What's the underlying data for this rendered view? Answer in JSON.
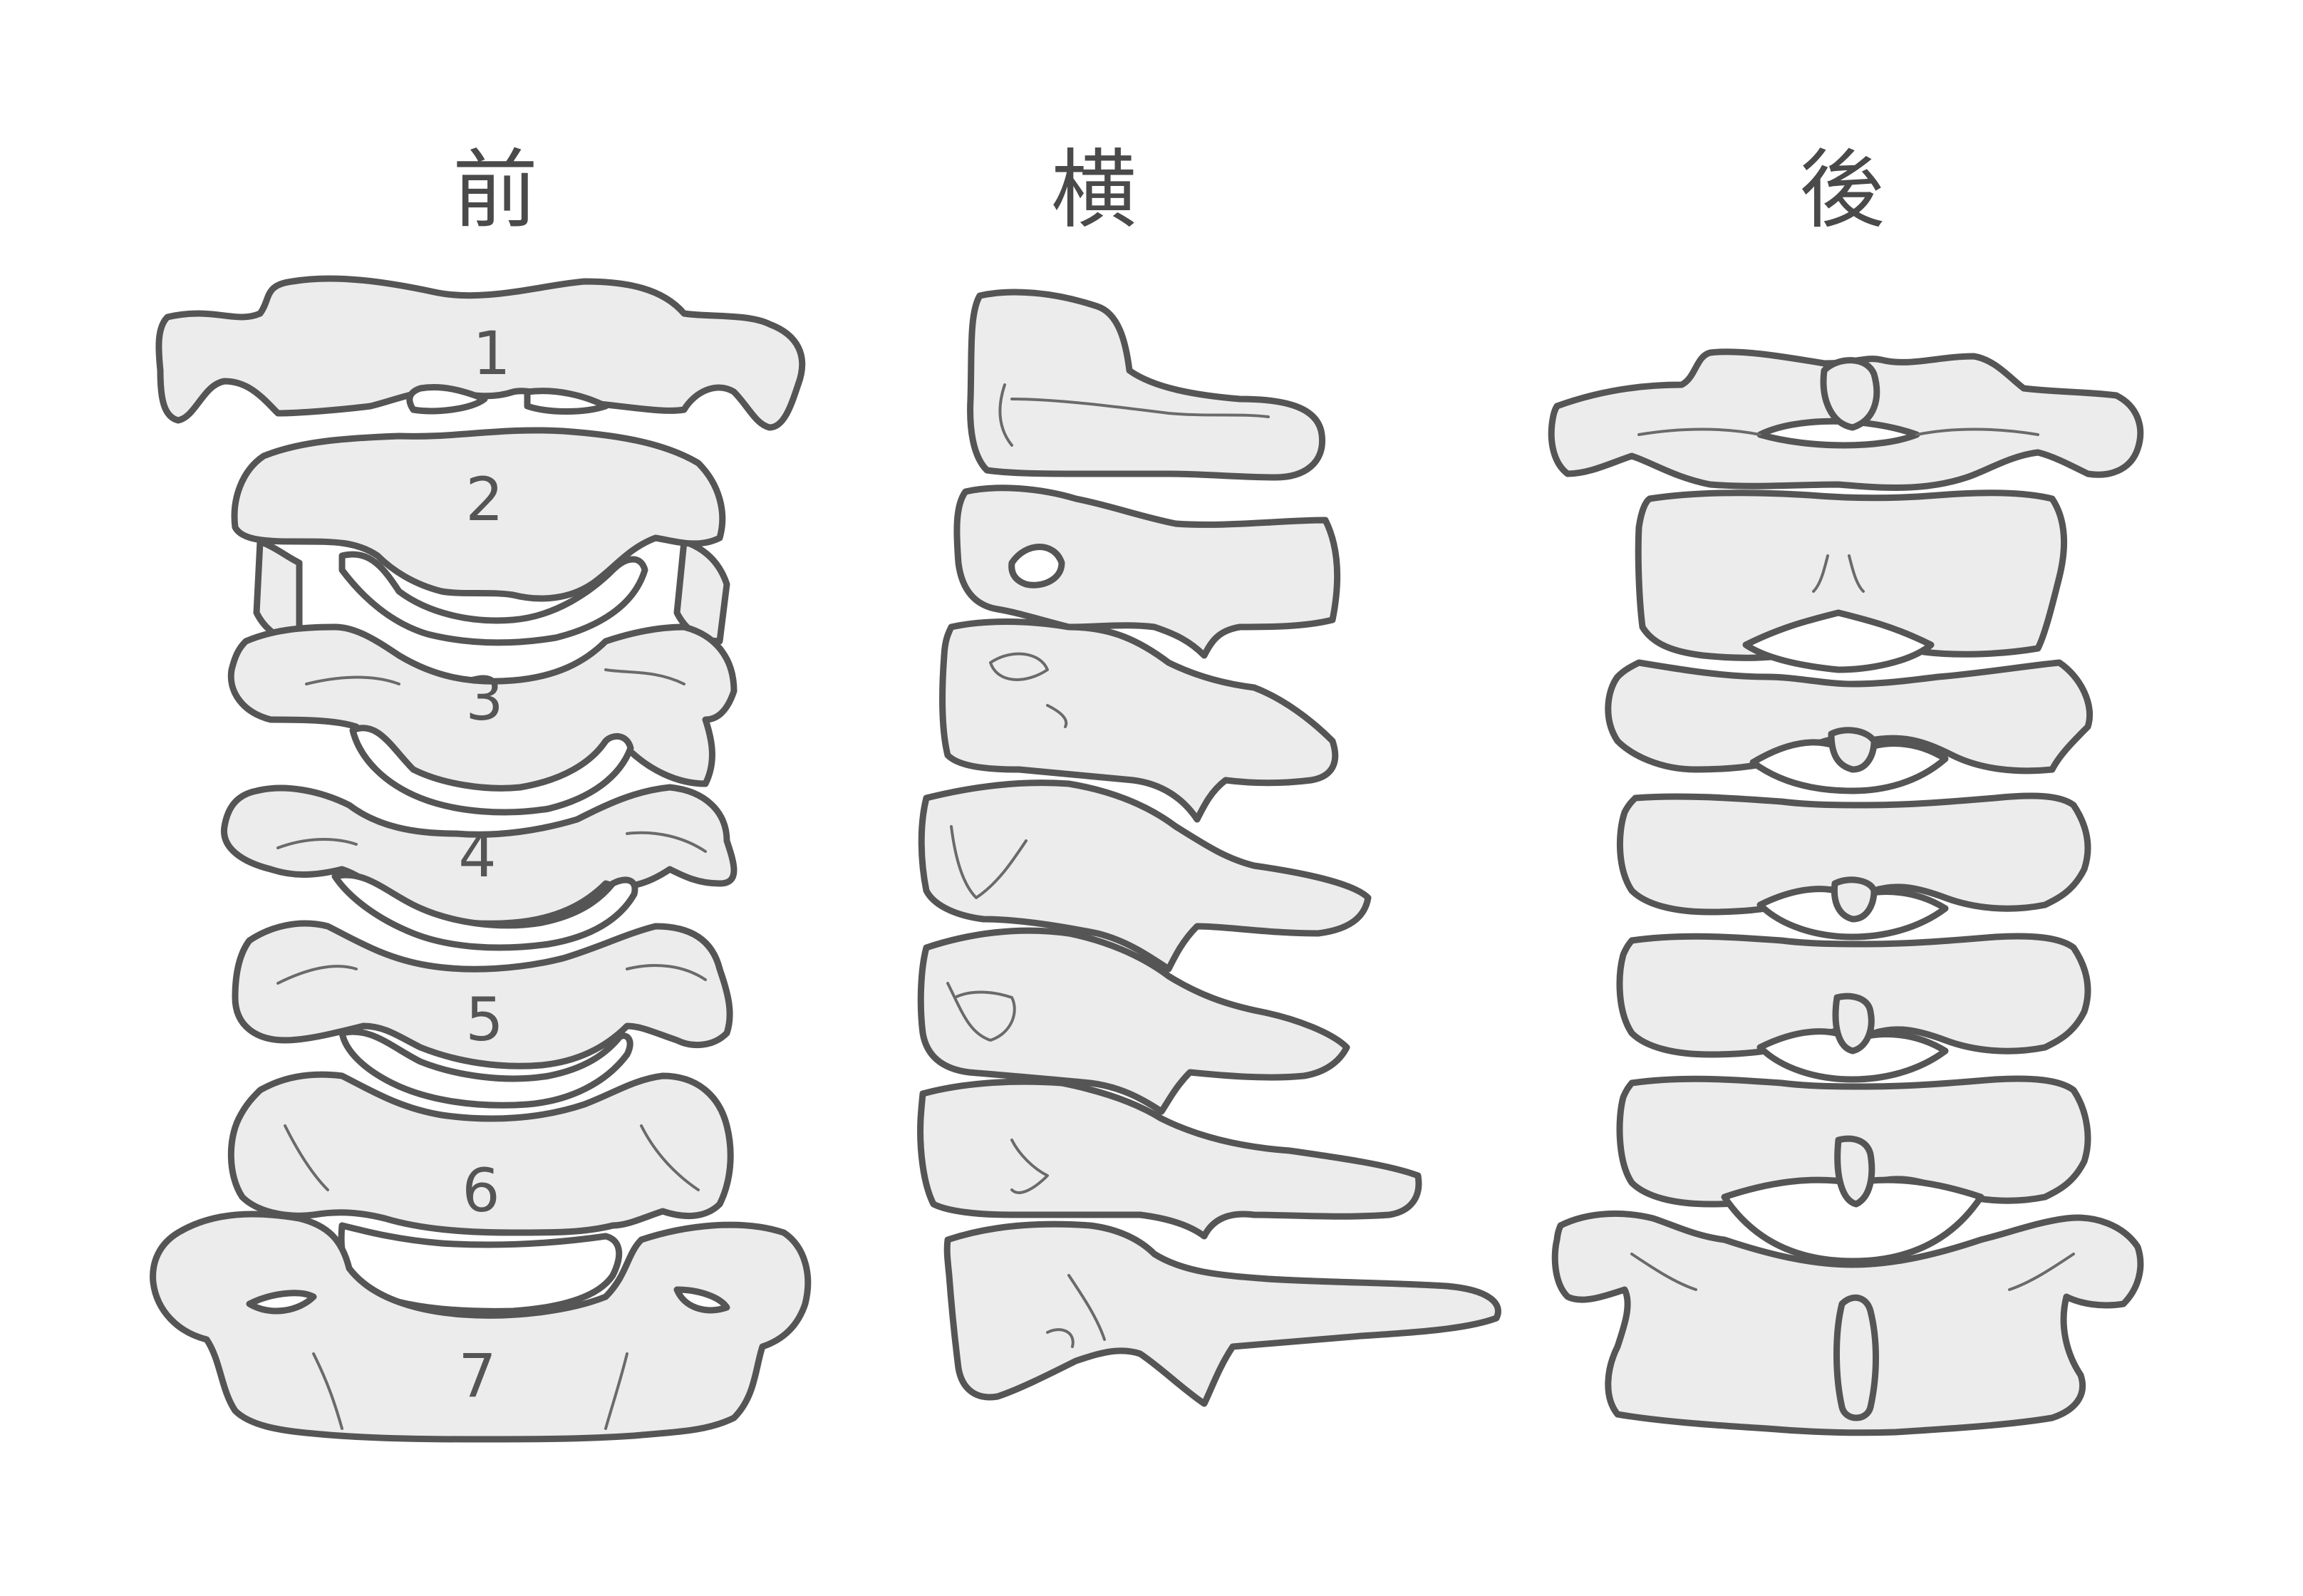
{
  "views": {
    "front": {
      "title": "前"
    },
    "side": {
      "title": "横"
    },
    "back": {
      "title": "後"
    }
  },
  "vertebra_numbers": [
    "1",
    "2",
    "3",
    "4",
    "5",
    "6",
    "7"
  ],
  "colors": {
    "bone_fill": "#ececec",
    "outline": "#555555",
    "background": "#ffffff"
  }
}
